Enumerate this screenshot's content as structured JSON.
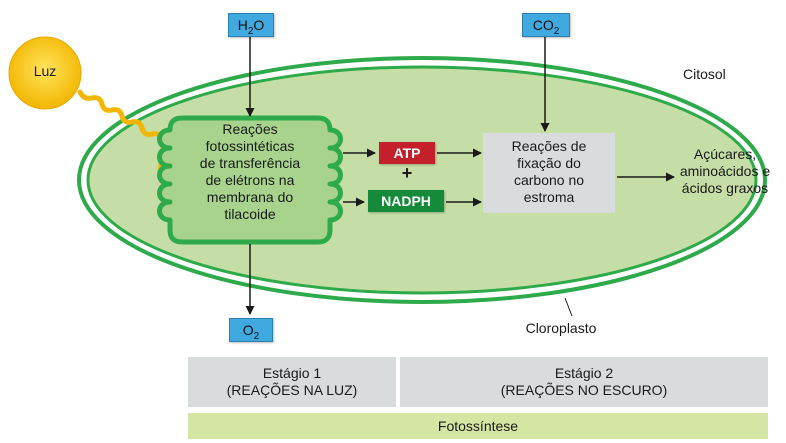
{
  "light": {
    "label": "Luz",
    "color": "#f7c400"
  },
  "inputs": {
    "water": {
      "base": "H",
      "sub": "2",
      "tail": "O"
    },
    "co2": {
      "base": "CO",
      "sub": "2"
    },
    "oxygen": {
      "base": "O",
      "sub": "2"
    }
  },
  "regions": {
    "cytosol": "Citosol",
    "chloroplast": "Cloroplasto"
  },
  "light_reactions": {
    "lines": [
      "Reações",
      "fotossintéticas",
      "de transferência",
      "de elétrons na",
      "membrana do",
      "tilacoide"
    ]
  },
  "energy": {
    "atp": "ATP",
    "plus": "+",
    "nadph": "NADPH"
  },
  "dark_reactions": {
    "lines": [
      "Reações de",
      "fixação do",
      "carbono no",
      "estroma"
    ]
  },
  "products": {
    "lines": [
      "Açúcares,",
      "aminoácidos e",
      "ácidos graxos"
    ]
  },
  "stages": {
    "stage1": {
      "title": "Estágio 1",
      "subtitle": "(REAÇÕES NA LUZ)"
    },
    "stage2": {
      "title": "Estágio 2",
      "subtitle": "(REAÇÕES NO ESCURO)"
    }
  },
  "footer": "Fotossíntese",
  "colors": {
    "chloroplast_fill": "#c5dea6",
    "chloroplast_stroke": "#2eaa4a",
    "thylakoid": "#2eaa4a",
    "atp": "#c3202b",
    "nadph": "#168a3b",
    "molecule": "#3fa9e0",
    "stage": "#d9dcdd",
    "footer": "#d5e6a4"
  }
}
